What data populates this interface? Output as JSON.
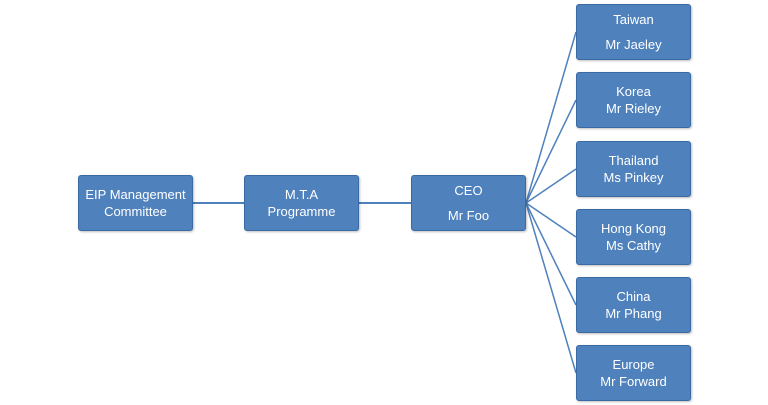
{
  "colors": {
    "node_fill": "#4f81bd",
    "node_border": "#3a6aa3",
    "connector": "#4f81bd",
    "text": "#ffffff"
  },
  "nodes": {
    "eip": {
      "line1": "EIP Management",
      "line2": "Committee"
    },
    "mta": {
      "line1": "M.T.A",
      "line2": "Programme"
    },
    "ceo": {
      "line1": "CEO",
      "line2": "Mr Foo"
    },
    "regions": [
      {
        "region": "Taiwan",
        "manager": "Mr Jaeley"
      },
      {
        "region": "Korea",
        "manager": "Mr Rieley"
      },
      {
        "region": "Thailand",
        "manager": "Ms Pinkey"
      },
      {
        "region": "Hong Kong",
        "manager": "Ms Cathy"
      },
      {
        "region": "China",
        "manager": "Mr Phang"
      },
      {
        "region": "Europe",
        "manager": "Mr Forward"
      }
    ]
  }
}
